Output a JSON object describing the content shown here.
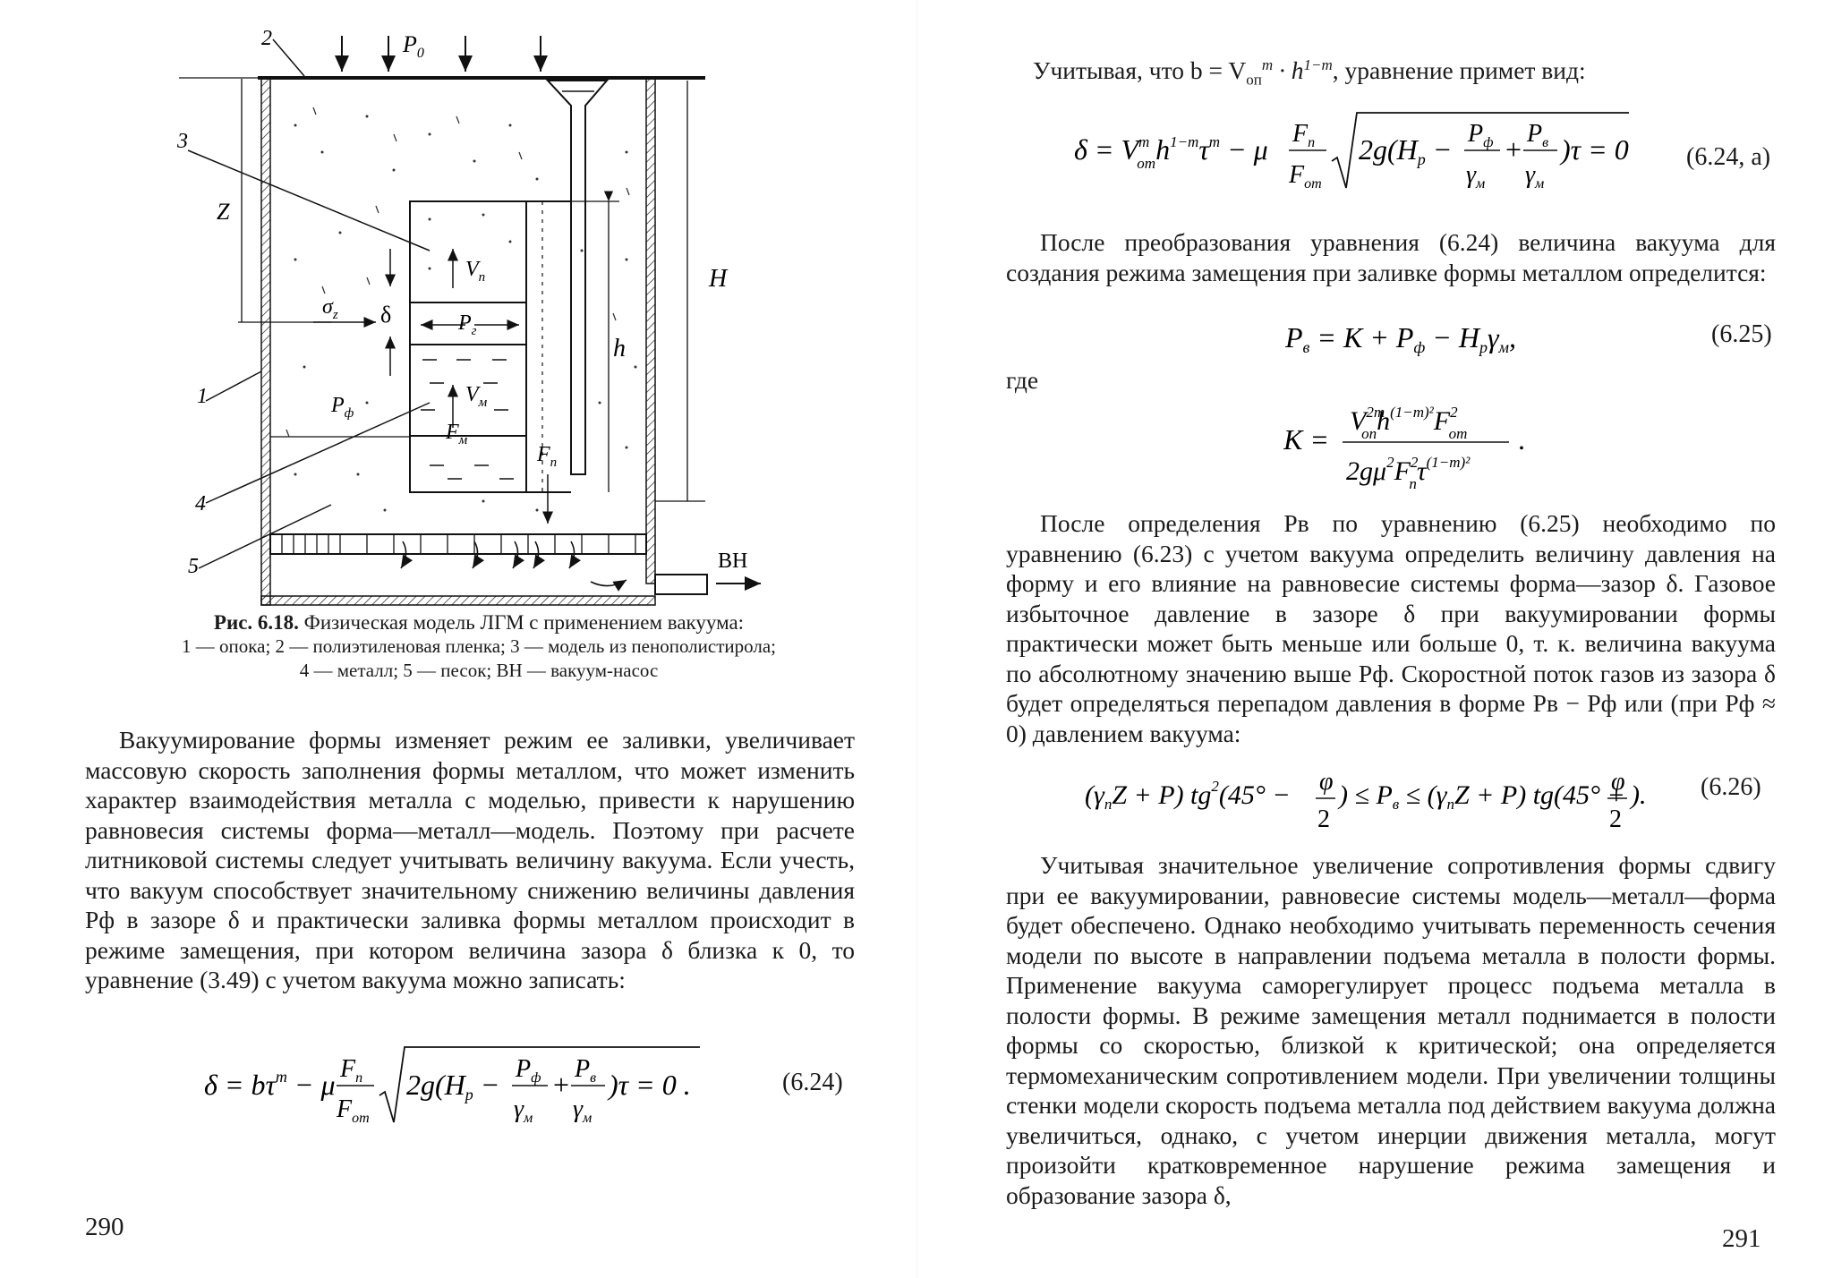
{
  "left": {
    "figure": {
      "labels": {
        "l1": "1",
        "l2": "2",
        "l3": "3",
        "l4": "4",
        "l5": "5",
        "P0": "P",
        "P0_sub": "0",
        "Z": "Z",
        "H": "H",
        "h": "h",
        "sigma": "σ",
        "sigma_sub": "z",
        "delta": "δ",
        "Vp": "V",
        "Vp_sub": "п",
        "Pg": "P",
        "Pg_sub": "г",
        "Vm": "V",
        "Vm_sub": "м",
        "Fm": "F",
        "Fm_sub": "м",
        "Fp": "F",
        "Fp_sub": "п",
        "Pf": "P",
        "Pf_sub": "ф",
        "BH": "ВН"
      }
    },
    "caption": {
      "title_bold": "Рис. 6.18.",
      "title_rest": " Физическая модель ЛГМ с применением вакуума:",
      "line2": "1 — опока; 2 — полиэтиленовая пленка; 3 — модель из пенополистирола;",
      "line3": "4 — металл; 5 — песок; ВН — вакуум-насос"
    },
    "paragraph": "Вакуумирование формы изменяет режим ее заливки, увеличивает массовую скорость заполнения формы металлом, что может изменить характер взаимодействия металла с моделью, привести к нарушению равновесия системы форма—металл—модель. Поэтому при расчете литниковой системы следует учитывать величину вакуума. Если учесть, что вакуум способствует значительному снижению величины давления Pф в зазоре δ и практически заливка формы металлом происходит в режиме замещения, при котором величина зазора δ близка к 0, то уравнение (3.49) с учетом вакуума можно записать:",
    "eq_number": "(6.24)",
    "page_number": "290"
  },
  "right": {
    "intro": "Учитывая, что b = V",
    "intro_tail": " уравнение примет вид:",
    "eq_a_number": "(6.24, a)",
    "para1": "После преобразования уравнения (6.24) величина вакуума для создания режима замещения при заливке формы металлом определится:",
    "eq25_number": "(6.25)",
    "where": "где",
    "para2": "После определения Pв по уравнению (6.25) необходимо по уравнению (6.23) с учетом вакуума определить величину давления на форму и его влияние на равновесие системы форма—зазор δ. Газовое избыточное давление в зазоре δ при вакуумировании формы практически может быть меньше или больше 0, т. к. величина вакуума по абсолютному значению выше Pф. Скоростной поток газов из зазора δ будет определяться перепадом давления в форме Pв − Pф или (при Pф ≈ 0) давлением вакуума:",
    "eq26_number": "(6.26)",
    "para3": "Учитывая значительное увеличение сопротивления формы сдвигу при ее вакуумировании, равновесие системы модель—металл—форма будет обеспечено. Однако необходимо учитывать переменность сечения модели по высоте в направлении подъема металла в полости формы. Применение вакуума саморегулирует процесс подъема металла в полости формы. В режиме замещения металл поднимается в полости формы со скоростью, близкой к критической; она определяется термомеханическим сопротивлением модели. При увеличении толщины стенки модели скорость подъема металла под действием вакуума должна увеличиться, однако, с учетом инерции движения металла, могут произойти кратковременное нарушение режима замещения и образование зазора δ,",
    "page_number": "291"
  }
}
